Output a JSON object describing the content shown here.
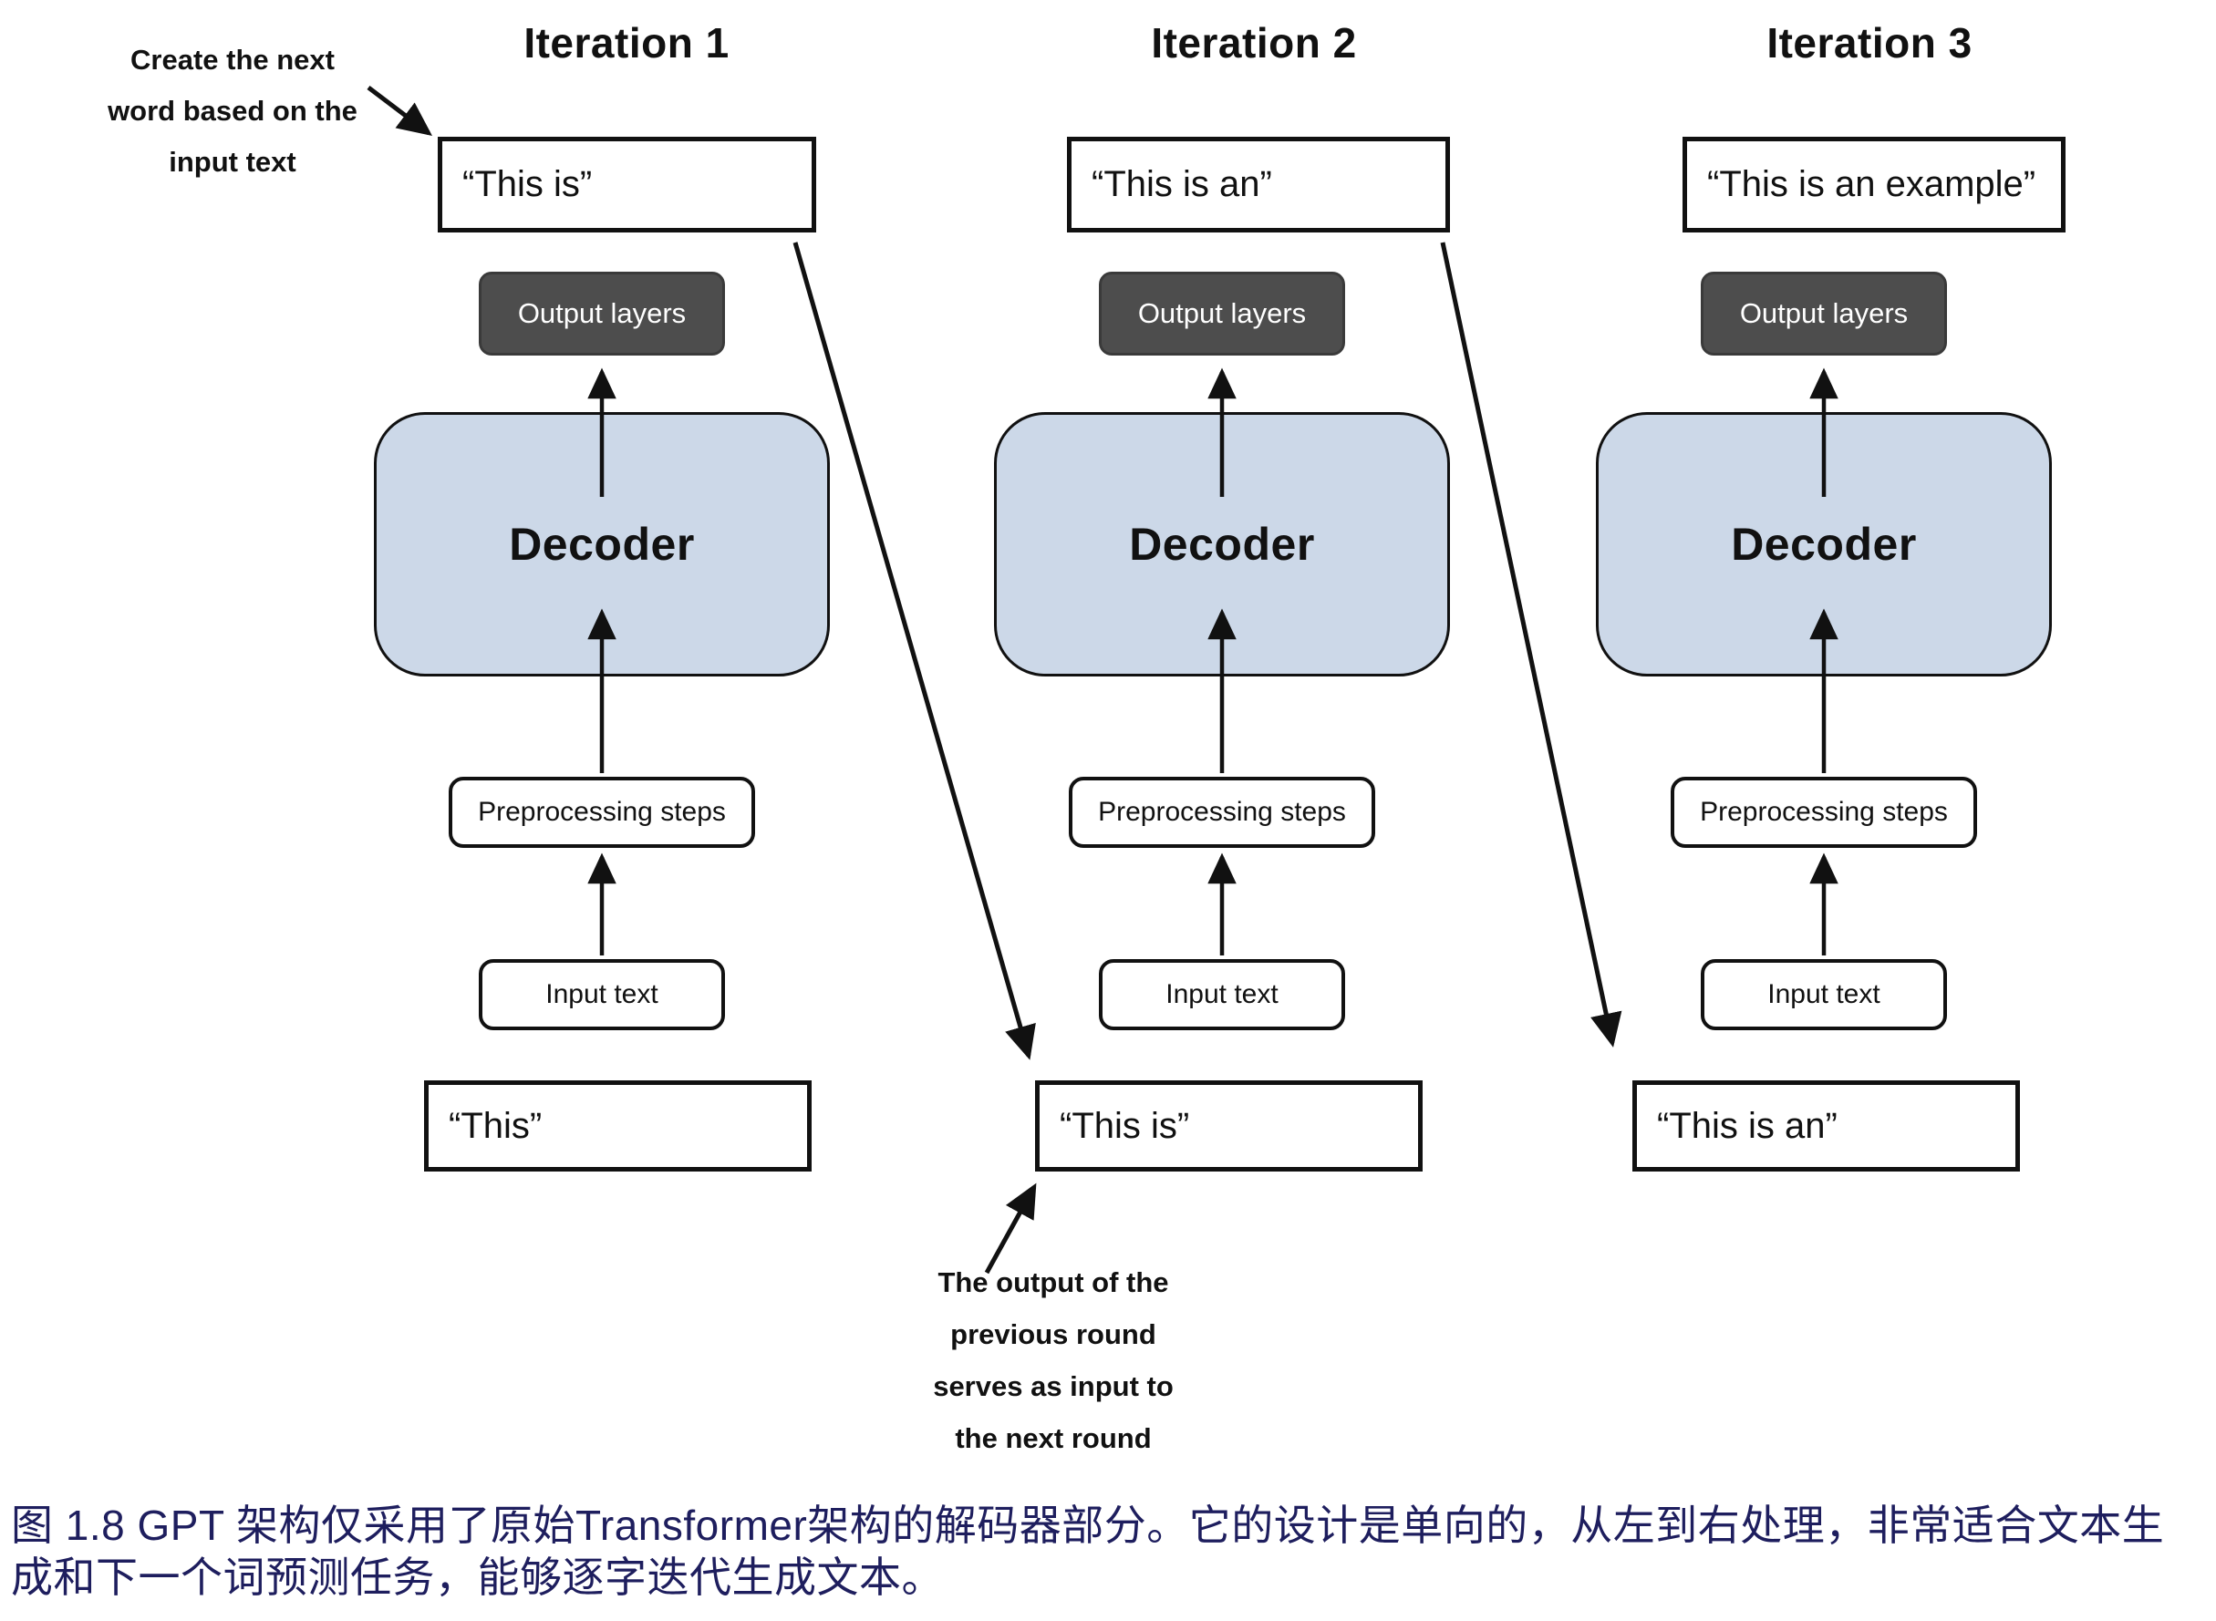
{
  "colors": {
    "decoder_fill": "#ccd8e8",
    "output_layers_bg": "#4d4d4d",
    "caption_color": "#1e1e5e",
    "line_color": "#111111"
  },
  "annotations": {
    "create_next": [
      "Create the next",
      "word based on the",
      "input text"
    ],
    "prev_round": [
      "The output of the",
      "previous round",
      "serves as input to",
      "the next round"
    ]
  },
  "columns": [
    {
      "title": "Iteration 1",
      "output_text": "“This is”",
      "output_layers": "Output layers",
      "decoder": "Decoder",
      "preprocessing": "Preprocessing steps",
      "input_box": "Input text",
      "input_text": "“This”"
    },
    {
      "title": "Iteration 2",
      "output_text": "“This is an”",
      "output_layers": "Output layers",
      "decoder": "Decoder",
      "preprocessing": "Preprocessing steps",
      "input_box": "Input text",
      "input_text": "“This is”"
    },
    {
      "title": "Iteration 3",
      "output_text": "“This is an example”",
      "output_layers": "Output layers",
      "decoder": "Decoder",
      "preprocessing": "Preprocessing steps",
      "input_box": "Input text",
      "input_text": "“This is an”"
    }
  ],
  "caption": "图 1.8  GPT 架构仅采用了原始Transformer架构的解码器部分。它的设计是单向的，从左到右处理，非常适合文本生成和下一个词预测任务，能够逐字迭代生成文本。"
}
